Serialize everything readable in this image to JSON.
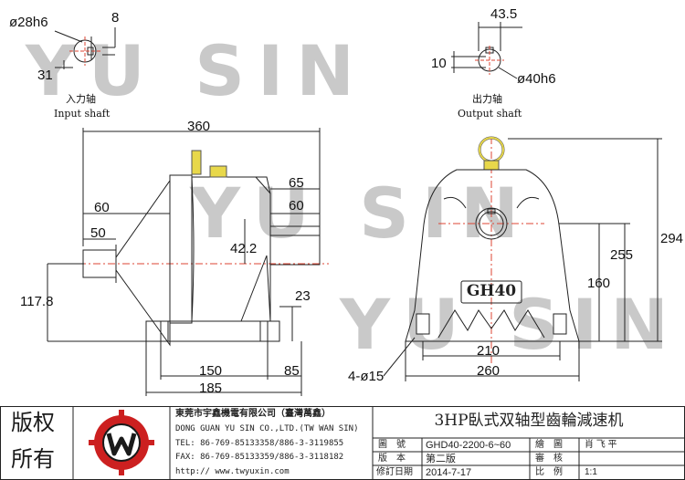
{
  "watermark": {
    "left": "YU SIN",
    "middle": "YU SIN",
    "right": "YU SIN"
  },
  "input_shaft": {
    "label_zh": "入力轴",
    "label_en": "Input shaft",
    "dia": "ø28h6",
    "key": "8",
    "height": "31"
  },
  "output_shaft": {
    "label_zh": "出力轴",
    "label_en": "Output shaft",
    "dia": "ø40h6",
    "key": "10",
    "height": "43.5"
  },
  "side_view": {
    "total_length": "360",
    "d65": "65",
    "d60_left": "60",
    "d60_right": "60",
    "d50": "50",
    "d42_2": "42.2",
    "d117_8": "117.8",
    "d23": "23",
    "d150": "150",
    "d85": "85",
    "d185": "185"
  },
  "front_view": {
    "model_mark": "GH40",
    "d294": "294",
    "d255": "255",
    "d160": "160",
    "d210": "210",
    "d260": "260",
    "holes": "4-ø15"
  },
  "title_block": {
    "rights_line1": "版权",
    "rights_line2": "所有",
    "company_zh": "東莞市宇鑫機電有限公司（臺灣萬鑫）",
    "company_en": "DONG GUAN YU SIN CO.,LTD.(TW WAN SIN)",
    "tel": "TEL: 86-769-85133358/886-3-3119855",
    "fax": "FAX: 86-769-85133359/886-3-3118182",
    "web": "http:// www.twyuxin.com",
    "title": "3HP臥式双轴型齒輪減速机",
    "rows": [
      {
        "k1": "圖　號",
        "v1": "GHD40-2200-6~60",
        "k2": "繪　圖",
        "v2": "肖 飞 平"
      },
      {
        "k1": "版　本",
        "v1": "第二版",
        "k2": "審　核",
        "v2": ""
      },
      {
        "k1": "修訂日期",
        "v1": "2014-7-17",
        "k2": "比　例",
        "v2": "1:1"
      }
    ]
  },
  "colors": {
    "logo_red": "#cc2020",
    "eyebolt": "#e8d84a",
    "watermark": "#c9c9c9"
  }
}
